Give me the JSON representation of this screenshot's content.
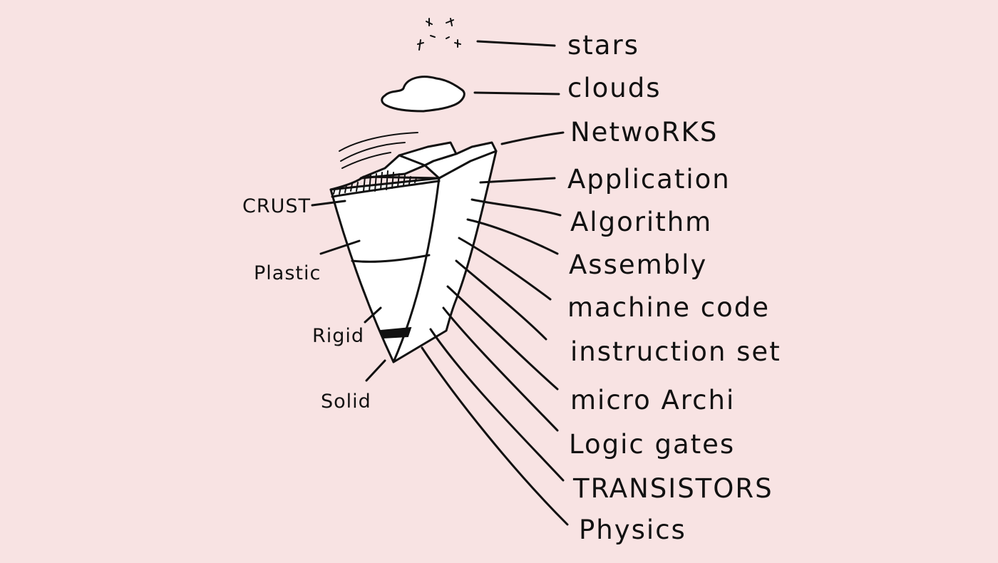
{
  "colors": {
    "background": "#f8e3e3",
    "ink": "#111111",
    "fill": "#ffffff"
  },
  "icons": {
    "stars": "stars-icon",
    "cloud": "cloud-icon",
    "cone": "earth-cone-icon"
  },
  "labels_right": [
    "stars",
    "clouds",
    "NetwoRKS",
    "Application",
    "Algorithm",
    "Assembly",
    "machine code",
    "instruction set",
    "micro Archi",
    "Logic gates",
    "TRANSISTORS",
    "Physics"
  ],
  "labels_left": [
    "CRUST",
    "Plastic",
    "Rigid",
    "Solid"
  ]
}
